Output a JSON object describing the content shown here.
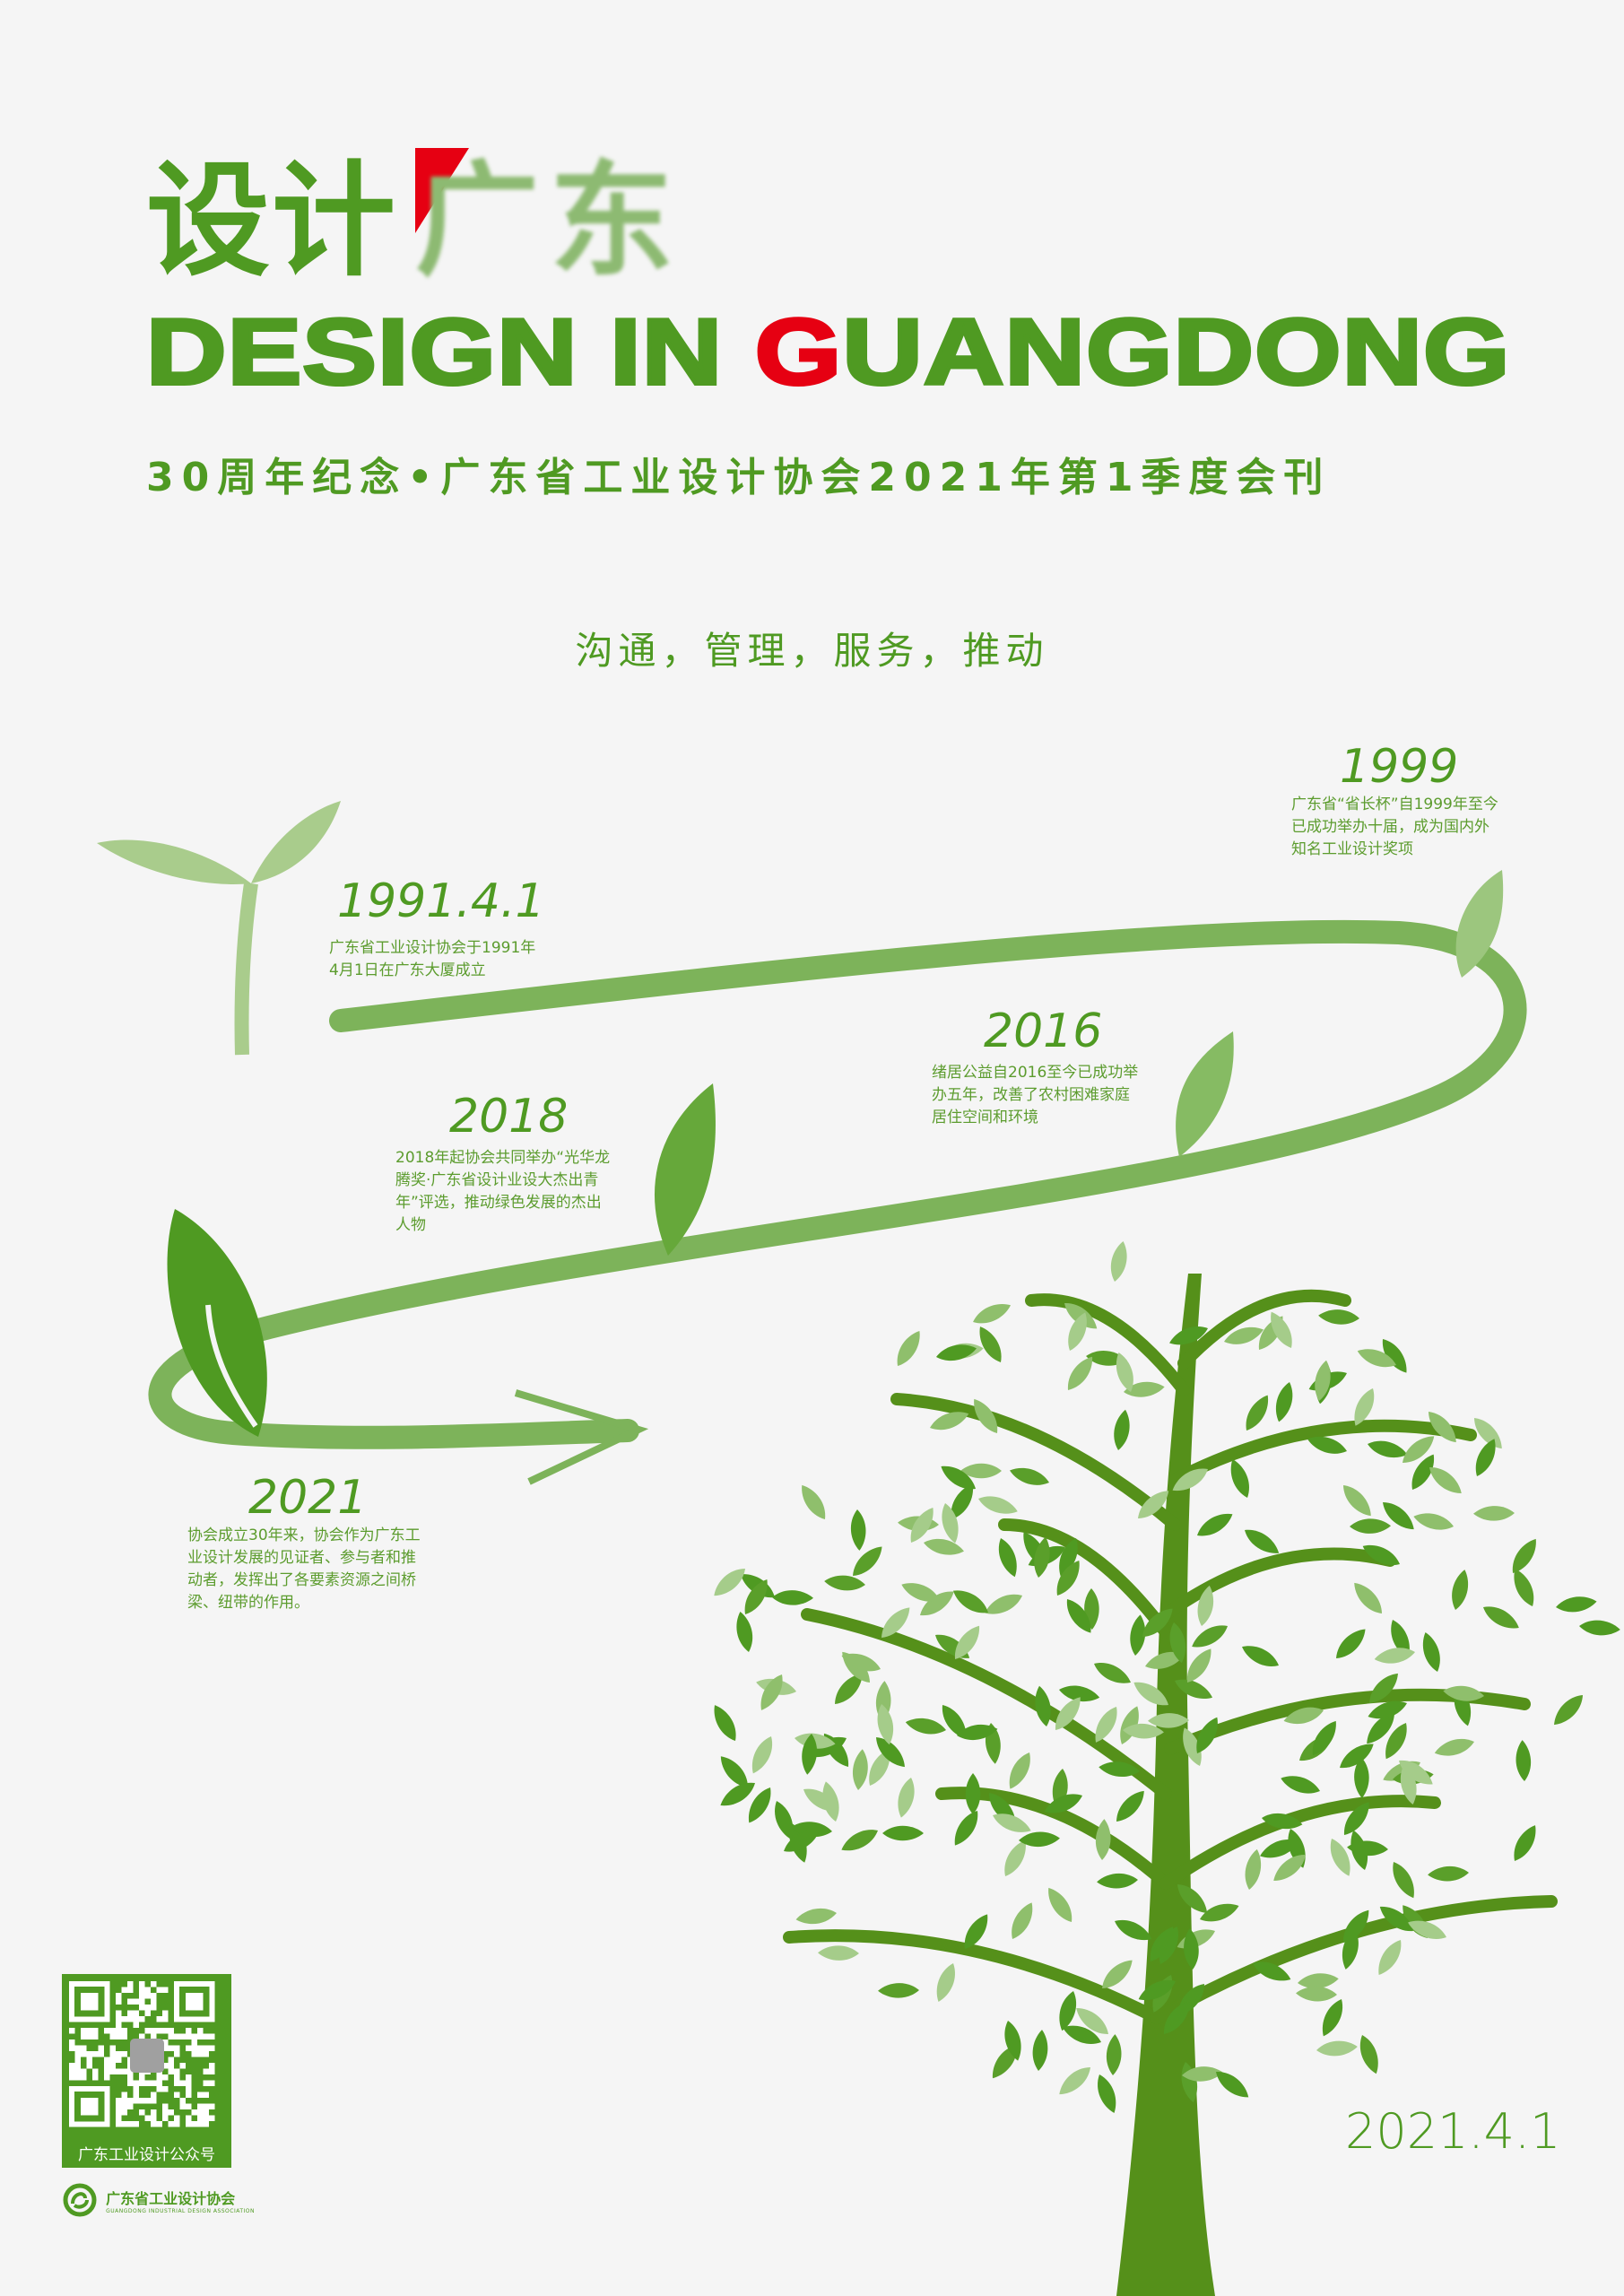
{
  "header": {
    "logo_chars": [
      "设",
      "计",
      "广",
      "东"
    ],
    "title_en_before": "DESIGN IN ",
    "title_en_highlight": "G",
    "title_en_after": "UANGDONG",
    "subtitle": "30周年纪念•广东省工业设计协会2021年第1季度会刊",
    "slogan": "沟通，管理，服务，推动"
  },
  "timeline": [
    {
      "year": "1991.4.1",
      "lines": [
        "广东省工业设计协会于1991年",
        "4月1日在广东大厦成立"
      ]
    },
    {
      "year": "1999",
      "lines": [
        "广东省“省长杯”自1999年至今",
        "已成功举办十届，成为国内外",
        "知名工业设计奖项"
      ]
    },
    {
      "year": "2016",
      "lines": [
        "绪居公益自2016至今已成功举",
        "办五年，改善了农村困难家庭",
        "居住空间和环境"
      ]
    },
    {
      "year": "2018",
      "lines": [
        "2018年起协会共同举办“光华龙",
        "腾奖·广东省设计业设大杰出青",
        "年”评选，推动绿色发展的杰出",
        "人物"
      ]
    },
    {
      "year": "2021",
      "lines": [
        "协会成立30年来，协会作为广东工",
        "业设计发展的见证者、参与者和推",
        "动者，发挥出了各要素资源之间桥",
        "梁、纽带的作用。"
      ]
    }
  ],
  "footer": {
    "qr_label": "广东工业设计公众号",
    "assoc_name": "广东省工业设计协会",
    "assoc_name_en": "GUANGDONG INDUSTRIAL DESIGN ASSOCIATION",
    "date": "2021.4.1"
  },
  "colors": {
    "green": "#4f9a22",
    "ribbon": "#7db35a",
    "red": "#e60012",
    "pale": "#a9cc8c"
  }
}
